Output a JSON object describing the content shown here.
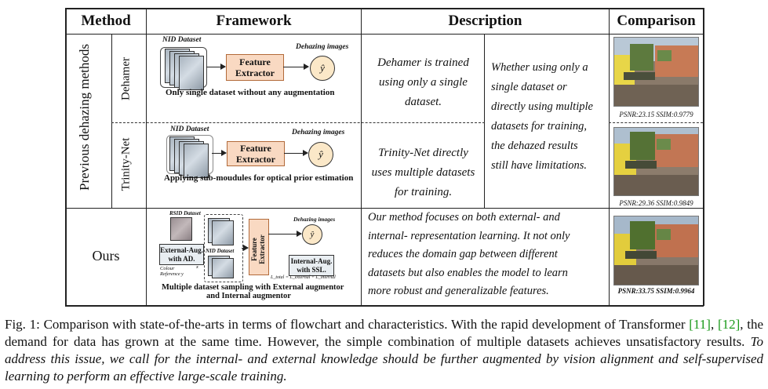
{
  "headers": {
    "method": "Method",
    "framework": "Framework",
    "description": "Description",
    "comparison": "Comparison"
  },
  "groups": {
    "previous": "Previous dehazing methods",
    "ours": "Ours"
  },
  "rows": {
    "dehamer": {
      "name": "Dehamer",
      "dataset_label": "NID Dataset",
      "dehazing_label": "Dehazing images",
      "extractor": "Feature Extractor",
      "yhat": "ŷ",
      "caption": "Only single dataset without any augmentation",
      "description": [
        "Dehamer is trained",
        "using only a single",
        "dataset."
      ],
      "metric": "PSNR:23.15 SSIM:0.9779"
    },
    "trinity": {
      "name": "Trinity-Net",
      "dataset_label": "NID Dataset",
      "dehazing_label": "Dehazing images",
      "extractor": "Feature Extractor",
      "yhat": "ŷ",
      "caption": "Applying sub-moudules for optical prior estimation",
      "description": [
        "Trinity-Net directly",
        "uses multiple datasets",
        "for training."
      ],
      "metric": "PSNR:29.36 SSIM:0.9849"
    },
    "ours": {
      "rsid_label": "RSID Dataset",
      "nid_label": "NID Dataset",
      "dehazing_label": "Dehazing images",
      "external_aug": "External-Aug. with AD.",
      "color_reference": "Colour Reference",
      "x_label": "x",
      "y_label": "y",
      "extractor": "Feature Extractor",
      "yhat": "ŷ",
      "internal_aug": "Internal-Aug. with SSL.",
      "loss": "L_total = L_external + L_internal",
      "caption_line1": "Multiple dataset sampling with External augmentor",
      "caption_line2": "and Internal augmentor",
      "description": [
        "Our method focuses on both external- and",
        "internal- representation learning. It not only",
        "reduces the domain gap between different",
        "datasets but also enables the model to learn",
        "more robust and generalizable features."
      ],
      "metric": "PSNR:33.75 SSIM:0.9964"
    }
  },
  "shared_description": [
    "Whether using only a",
    "single dataset or",
    "directly using multiple",
    "datasets for training,",
    "the dehazed results",
    "still have limitations."
  ],
  "caption": {
    "part1": "Fig. 1: Comparison with state-of-the-arts in terms of flowchart and characteristics. With the rapid development of Transformer ",
    "cite1": "[11]",
    "sep": ", ",
    "cite2": "[12]",
    "part2": ", the demand for data has grown at the same time. However, the simple combination of multiple datasets achieves unsatisfactory results. ",
    "italic": "To address this issue, we call for the internal- and external knowledge should be further augmented by vision alignment and self-supervised learning to perform an effective large-scale training."
  },
  "colors": {
    "feature_box": "#f9d9c2",
    "cite_green": "#1a9a1a"
  }
}
